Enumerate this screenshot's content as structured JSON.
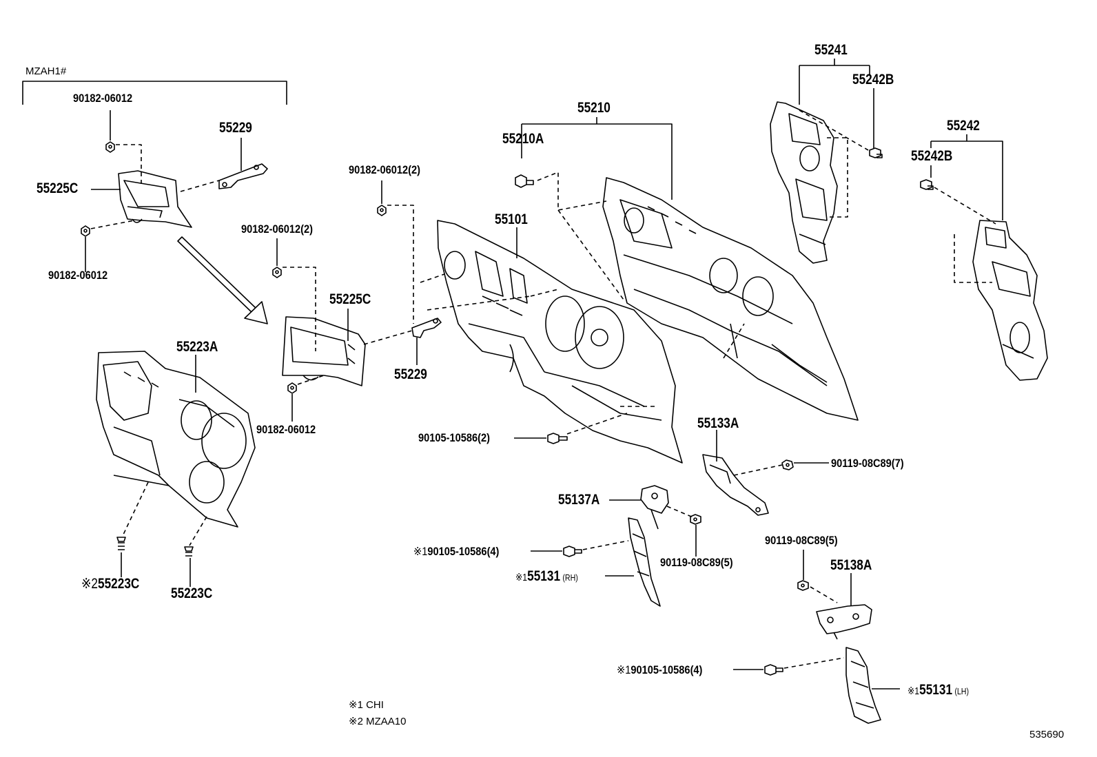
{
  "model_code": "MZAH1#",
  "diagram_id": "535690",
  "notes": [
    {
      "mark": "※1",
      "text": "CHI"
    },
    {
      "mark": "※2",
      "text": "MZAA10"
    }
  ],
  "parts": {
    "p90182_a": "90182-06012",
    "p55229_a": "55229",
    "p55225C_a": "55225C",
    "p90182_b": "90182-06012",
    "p90182_2a": "90182-06012(2)",
    "p90182_2b": "90182-06012(2)",
    "p55225C_b": "55225C",
    "p90182_c": "90182-06012",
    "p55223A": "55223A",
    "p55223C_a_mark": "※2",
    "p55223C_a": "55223C",
    "p55223C_b": "55223C",
    "p55229_b": "55229",
    "p55101": "55101",
    "p55210": "55210",
    "p55210A": "55210A",
    "p55241": "55241",
    "p55242B_a": "55242B",
    "p55242": "55242",
    "p55242B_b": "55242B",
    "p90105_2": "90105-10586(2)",
    "p55133A": "55133A",
    "p90119_7": "90119-08C89(7)",
    "p55137A": "55137A",
    "p90105_4a_mark": "※1",
    "p90105_4a": "90105-10586(4)",
    "p90119_5a": "90119-08C89(5)",
    "p55131_rh_mark": "※1",
    "p55131_rh": "55131",
    "p55131_rh_side": "(RH)",
    "p90119_5b": "90119-08C89(5)",
    "p55138A": "55138A",
    "p90105_4b_mark": "※1",
    "p90105_4b": "90105-10586(4)",
    "p55131_lh_mark": "※1",
    "p55131_lh": "55131",
    "p55131_lh_side": "(LH)"
  }
}
